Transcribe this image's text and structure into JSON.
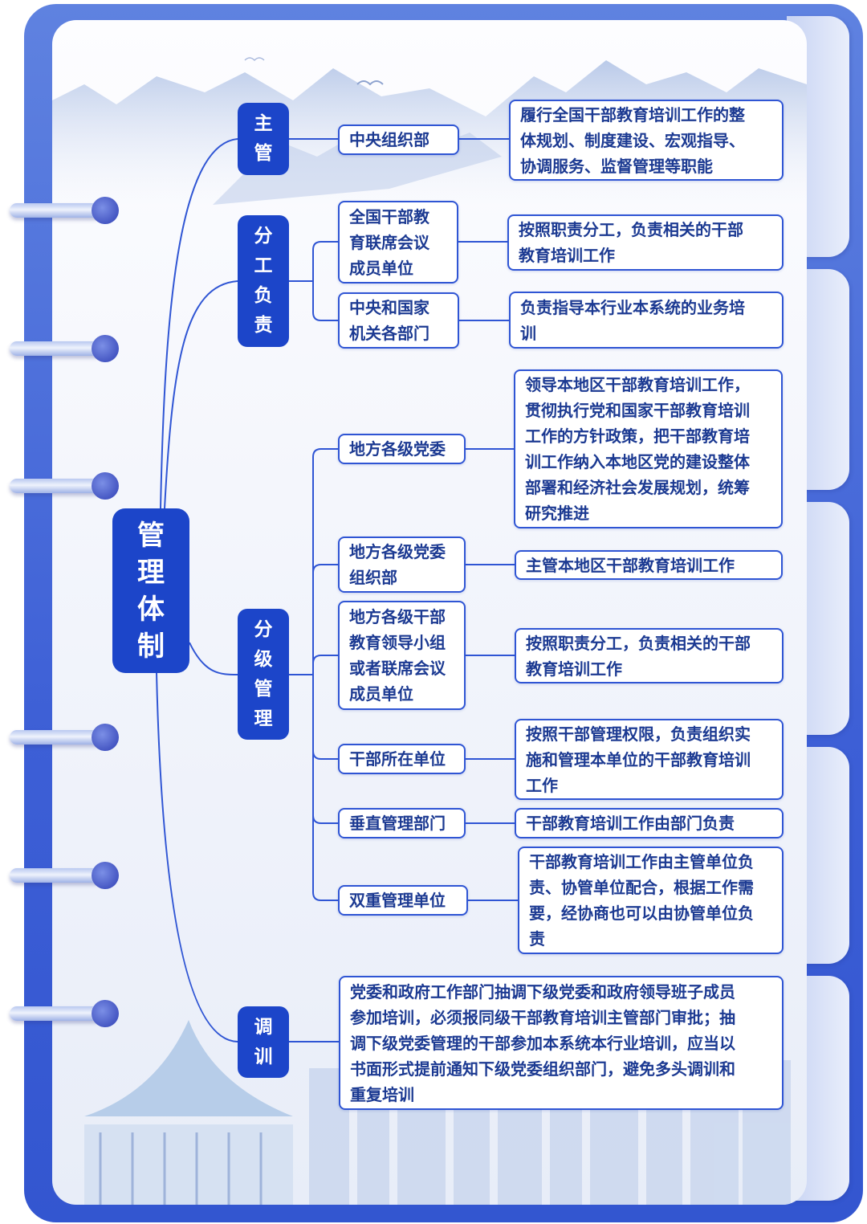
{
  "root": "管\n理\n体\n制",
  "level1": {
    "zhuguan": "主\n管",
    "fengong": "分\n工\n负\n责",
    "fenji": "分\n级\n管\n理",
    "diaoxun": "调\n训"
  },
  "zhuguan": {
    "org": "中央组织部",
    "duty": "履行全国干部教育培训工作的整\n体规划、制度建设、宏观指导、\n协调服务、监督管理等职能"
  },
  "fengong": [
    {
      "org": "全国干部教\n育联席会议\n成员单位",
      "duty": "按照职责分工，负责相关的干部\n教育培训工作"
    },
    {
      "org": "中央和国家\n机关各部门",
      "duty": "负责指导本行业本系统的业务培\n训"
    }
  ],
  "fenji": [
    {
      "org": "地方各级党委",
      "duty": "领导本地区干部教育培训工作，\n贯彻执行党和国家干部教育培训\n工作的方针政策，把干部教育培\n训工作纳入本地区党的建设整体\n部署和经济社会发展规划，统筹\n研究推进"
    },
    {
      "org": "地方各级党委\n组织部",
      "duty": "主管本地区干部教育培训工作"
    },
    {
      "org": "地方各级干部\n教育领导小组\n或者联席会议\n成员单位",
      "duty": "按照职责分工，负责相关的干部\n教育培训工作"
    },
    {
      "org": "干部所在单位",
      "duty": "按照干部管理权限，负责组织实\n施和管理本单位的干部教育培训\n工作"
    },
    {
      "org": "垂直管理部门",
      "duty": "干部教育培训工作由部门负责"
    },
    {
      "org": "双重管理单位",
      "duty": "干部教育培训工作由主管单位负\n责、协管单位配合，根据工作需\n要，经协商也可以由协管单位负\n责"
    }
  ],
  "diaoxun": {
    "duty": "党委和政府工作部门抽调下级党委和政府领导班子成员\n参加培训，必须报同级干部教育培训主管部门审批；抽\n调下级党委管理的干部参加本系统本行业培训，应当以\n书面形式提前通知下级党委组织部门，避免多头调训和\n重复培训"
  },
  "colors": {
    "accent": "#1c45c9",
    "border": "#2f55d4",
    "text": "#1c3a92",
    "frame": "#3d5fd6"
  }
}
